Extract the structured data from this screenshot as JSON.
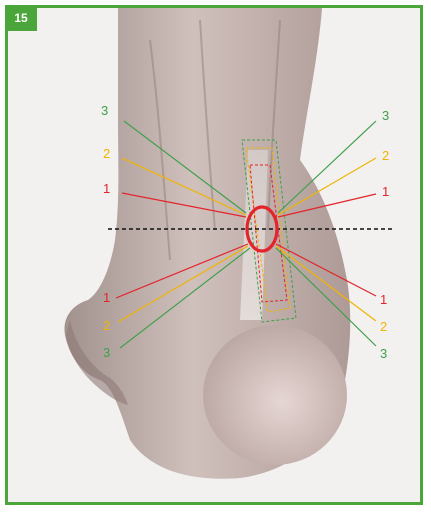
{
  "figure_number": "15",
  "colors": {
    "frame": "#4aa63a",
    "level1": "#e3242b",
    "level2": "#f0b400",
    "level3": "#3fa04a",
    "midline": "#111111"
  },
  "labels": {
    "left_upper_3": "3",
    "left_upper_2": "2",
    "left_upper_1": "1",
    "left_lower_1": "1",
    "left_lower_2": "2",
    "left_lower_3": "3",
    "right_upper_3": "3",
    "right_upper_2": "2",
    "right_upper_1": "1",
    "right_lower_1": "1",
    "right_lower_2": "2",
    "right_lower_3": "3"
  }
}
